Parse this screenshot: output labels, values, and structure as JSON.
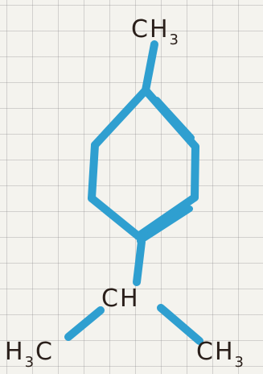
{
  "diagram": {
    "ink_color": "#2a1f1a",
    "bond_color": "#2f9fd0",
    "top_group": {
      "main": "CH",
      "sub": "3"
    },
    "middle_group": {
      "main": "CH"
    },
    "left_group": {
      "pre": "H",
      "sub": "3",
      "post": "C"
    },
    "right_group": {
      "main": "CH",
      "sub": "3"
    }
  }
}
